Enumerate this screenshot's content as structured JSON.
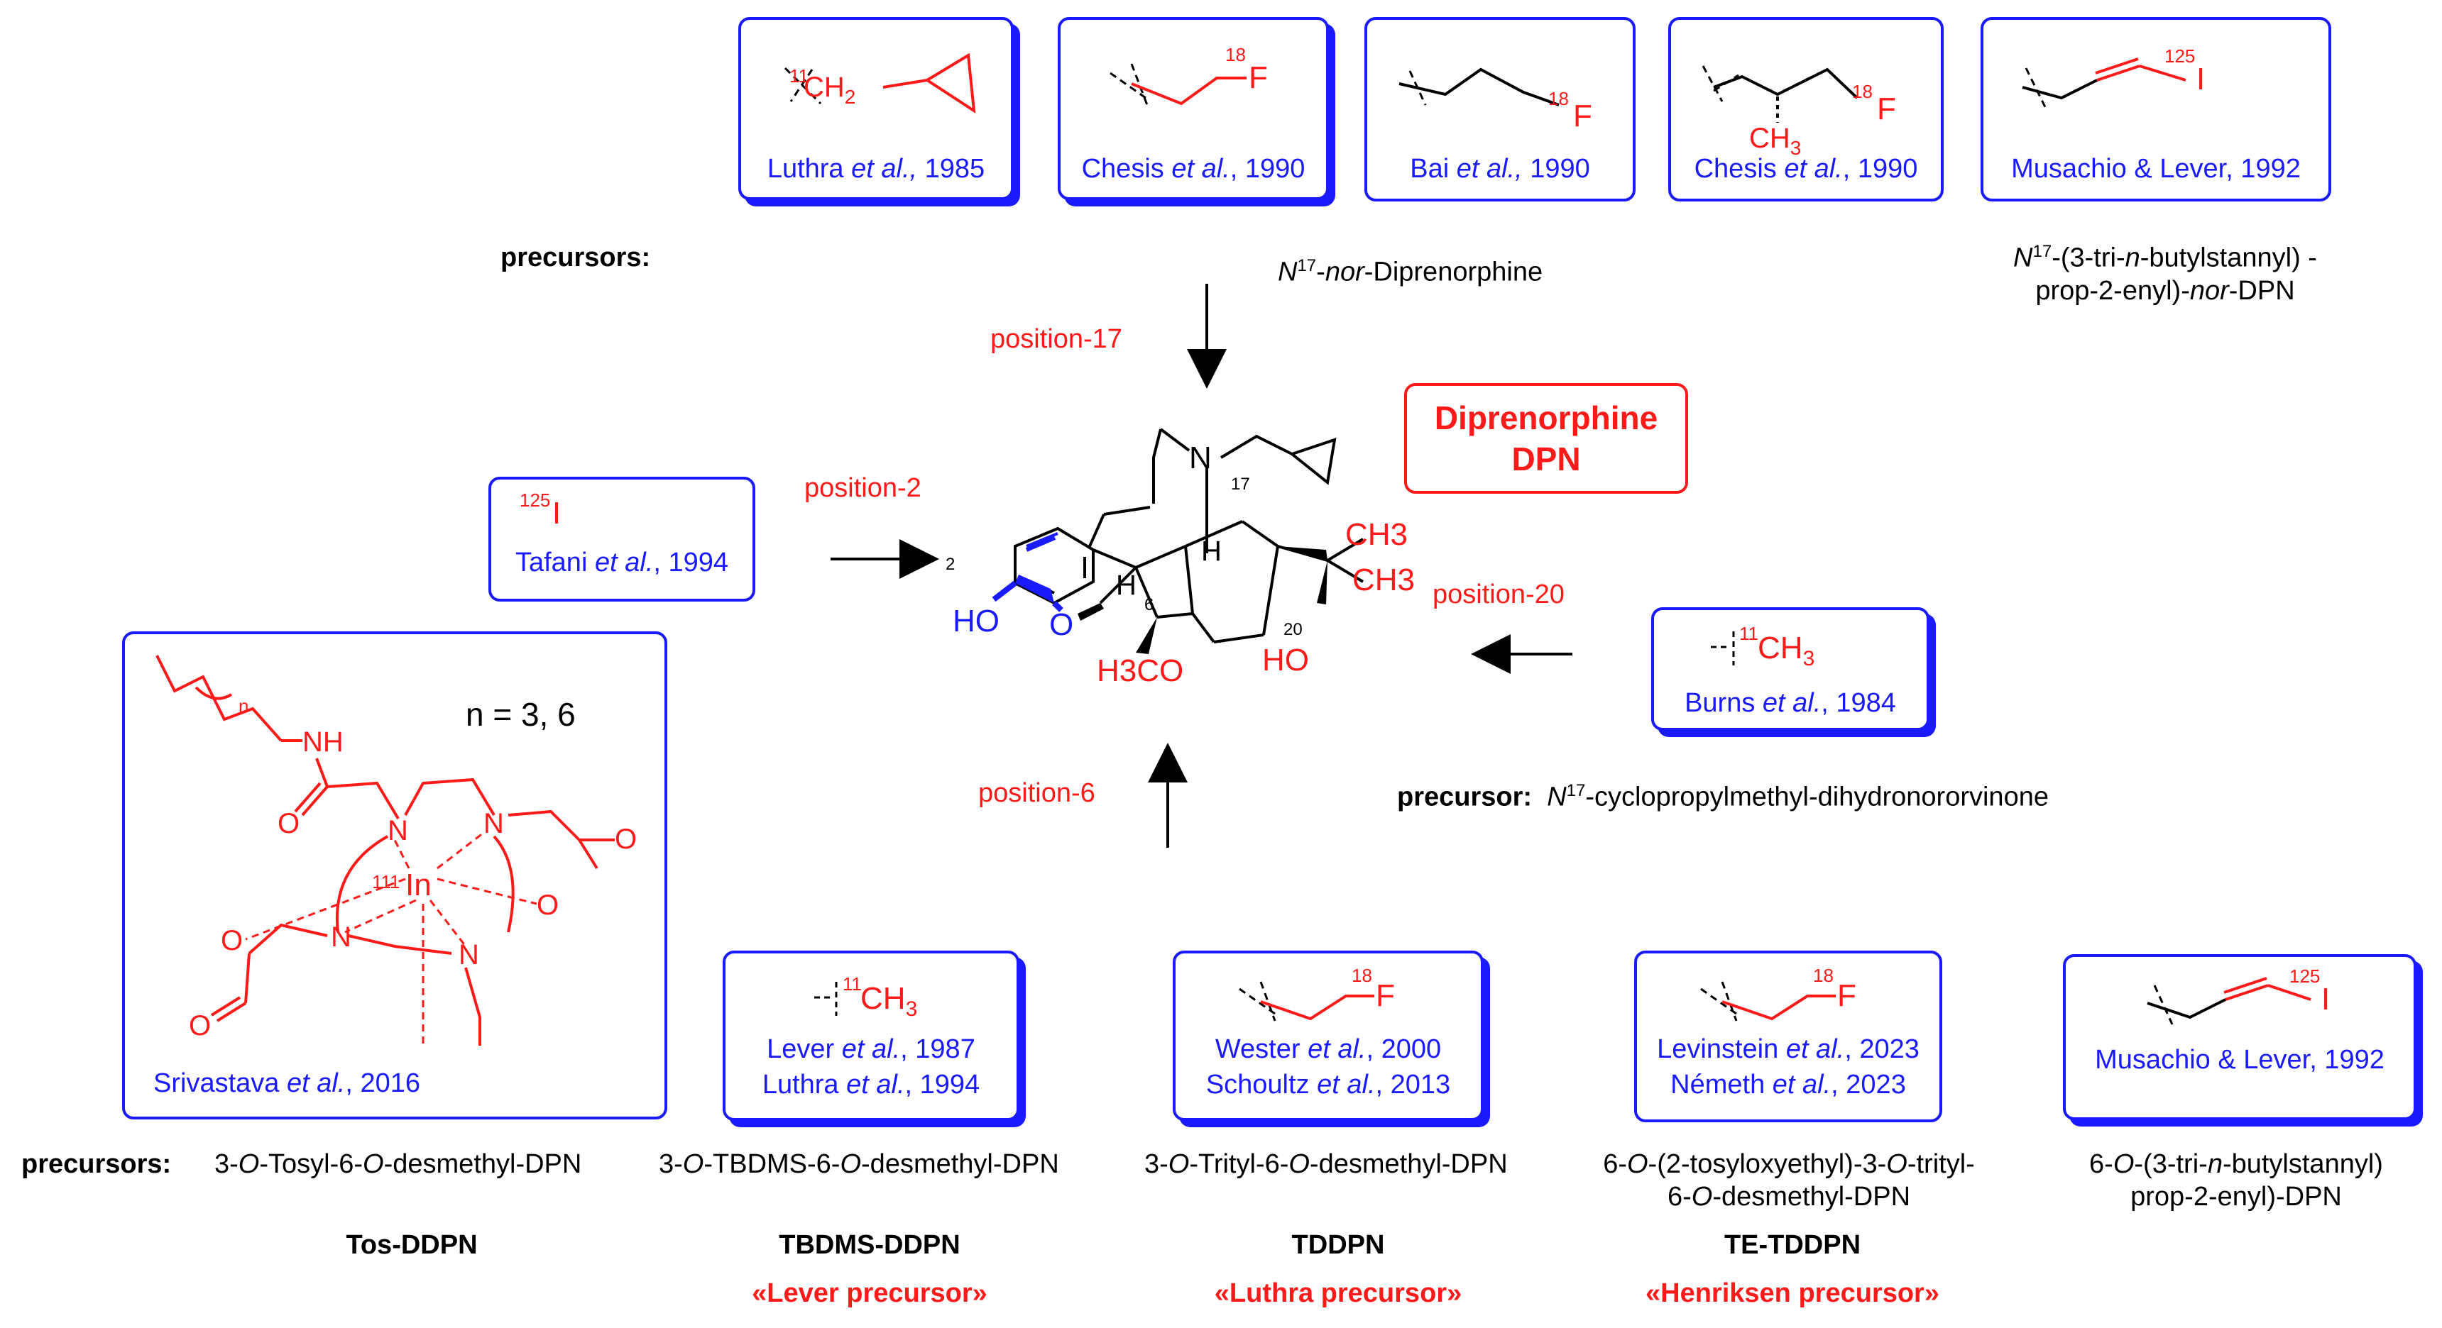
{
  "center": {
    "title1": "Diprenorphine",
    "title2": "DPN",
    "pos17": "position-17",
    "pos2": "position-2",
    "pos20": "position-20",
    "pos6": "position-6"
  },
  "top_boxes": [
    {
      "iso": "11",
      "text": "CH2",
      "cite": "Luthra et al., 1985"
    },
    {
      "iso": "18",
      "text": "F",
      "cite": "Chesis et al., 1990"
    },
    {
      "iso": "18",
      "text": "F",
      "cite": "Bai et al., 1990"
    },
    {
      "iso": "18",
      "text": "F",
      "sub": "CH3",
      "cite": "Chesis et al., 1990"
    },
    {
      "iso": "125",
      "text": "I",
      "cite": "Musachio & Lever, 1992"
    }
  ],
  "top_precursors": {
    "label": "precursors:",
    "nor_dpn": "N17-nor-Diprenorphine",
    "stannyl_line1": "N17-(3-tri-n-butylstannyl) -",
    "stannyl_line2": "prop-2-enyl)-nor-DPN"
  },
  "left_box": {
    "iso": "125",
    "text": "I",
    "cite": "Tafani et al., 1994"
  },
  "right_box": {
    "iso": "11",
    "text": "CH3",
    "cite": "Burns et al., 1984"
  },
  "right_precursor": {
    "label": "precursor:",
    "name": "N17-cyclopropylmethyl-dihydronororvinone"
  },
  "indium_box": {
    "n": "n = 3, 6",
    "cite": "Srivastava et al., 2016"
  },
  "bottom_boxes": [
    {
      "iso": "11",
      "text": "CH3",
      "cite1": "Lever et al., 1987",
      "cite2": "Luthra et al., 1994"
    },
    {
      "iso": "18",
      "text": "F",
      "cite1": "Wester et al., 2000",
      "cite2": "Schoultz et al., 2013"
    },
    {
      "iso": "18",
      "text": "F",
      "cite1": "Levinstein et al., 2023",
      "cite2": "Németh et al., 2023"
    },
    {
      "iso": "125",
      "text": "I",
      "cite1": "Musachio & Lever, 1992",
      "cite2": ""
    }
  ],
  "bottom_precursors": {
    "label": "precursors:",
    "p1": "3-O-Tosyl-6-O-desmethyl-DPN",
    "p2": "3-O-TBDMS-6-O-desmethyl-DPN",
    "p3": "3-O-Trityl-6-O-desmethyl-DPN",
    "p4a": "6-O-(2-tosyloxyethyl)-3-O-trityl-",
    "p4b": "6-O-desmethyl-DPN",
    "p5a": "6-O-(3-tri-n-butylstannyl)",
    "p5b": "prop-2-enyl)-DPN",
    "a1": "Tos-DDPN",
    "a2": "TBDMS-DDPN",
    "a3": "TDDPN",
    "a4": "TE-TDDPN",
    "n2": "«Lever precursor»",
    "n3": "«Luthra precursor»",
    "n4": "«Henriksen precursor»"
  },
  "molecule_labels": {
    "n": "N",
    "n17": "17",
    "num2": "2",
    "ho": "HO",
    "o": "O",
    "h1": "H",
    "h2": "H",
    "num6": "6",
    "num20": "20",
    "ch3a": "CH3",
    "ch3b": "CH3",
    "ho2": "HO",
    "h3co": "H3CO"
  },
  "colors": {
    "blue": "#1a1aff",
    "red": "#ff1a1a",
    "black": "#000000"
  }
}
